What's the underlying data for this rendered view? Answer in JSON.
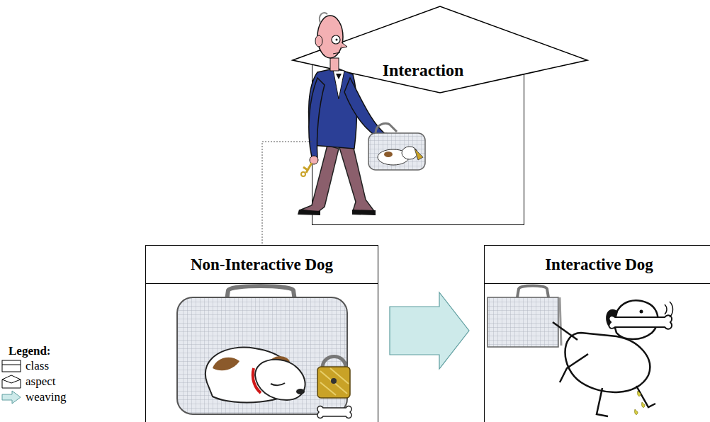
{
  "diagram": {
    "nodes": [
      {
        "text": [
          "Interaction"
        ]
      },
      {
        "text": [
          "Non-Interactive Dog"
        ]
      },
      {
        "text": [
          "Interactive Dog"
        ]
      }
    ],
    "edges": [
      {
        "from": 0,
        "to": 1,
        "arrow": "none"
      },
      {
        "from": 1,
        "to": 2,
        "arrow": "to"
      }
    ],
    "labels": [
      "Legend:"
    ],
    "legend": [
      {
        "text": "class"
      },
      {
        "text": "aspect"
      },
      {
        "text": "weaving"
      }
    ]
  }
}
